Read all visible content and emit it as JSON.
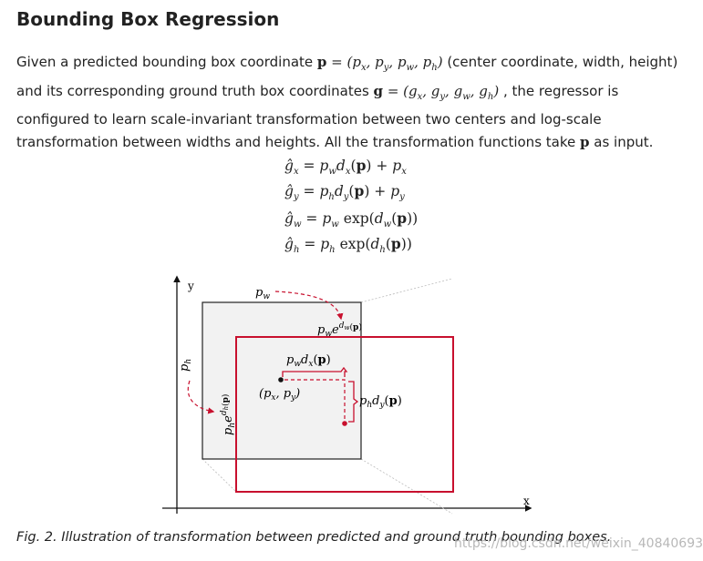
{
  "section": {
    "title": "Bounding Box Regression"
  },
  "paragraph": {
    "part1": "Given a predicted bounding box coordinate ",
    "p_sym": "p",
    "eq1": " = (",
    "p_tuple": "p",
    "part2": " (center coordinate, width, height) and its corresponding ground truth box coordinates ",
    "g_sym": "g",
    "part3": " , the regressor is configured to learn scale-invariant transformation between two centers and log-scale transformation between widths and heights. All the transformation functions take ",
    "p_sym2": "p",
    "part4": " as input."
  },
  "equations": [
    "ĝx = pw dx(p) + px",
    "ĝy = ph dy(p) + py",
    "ĝw = pw exp(dw(p))",
    "ĝh = ph exp(dh(p))"
  ],
  "diagram": {
    "axis_x_label": "x",
    "axis_y_label": "y",
    "colors": {
      "predicted_box_fill": "#f2f2f2",
      "predicted_box_stroke": "#222222",
      "ground_truth_box_stroke": "#c8102e",
      "arrow": "#c8102e"
    }
  },
  "caption": "Fig. 2. Illustration of transformation between predicted and ground truth bounding boxes.",
  "watermark": "https://blog.csdn.net/weixin_40840693"
}
